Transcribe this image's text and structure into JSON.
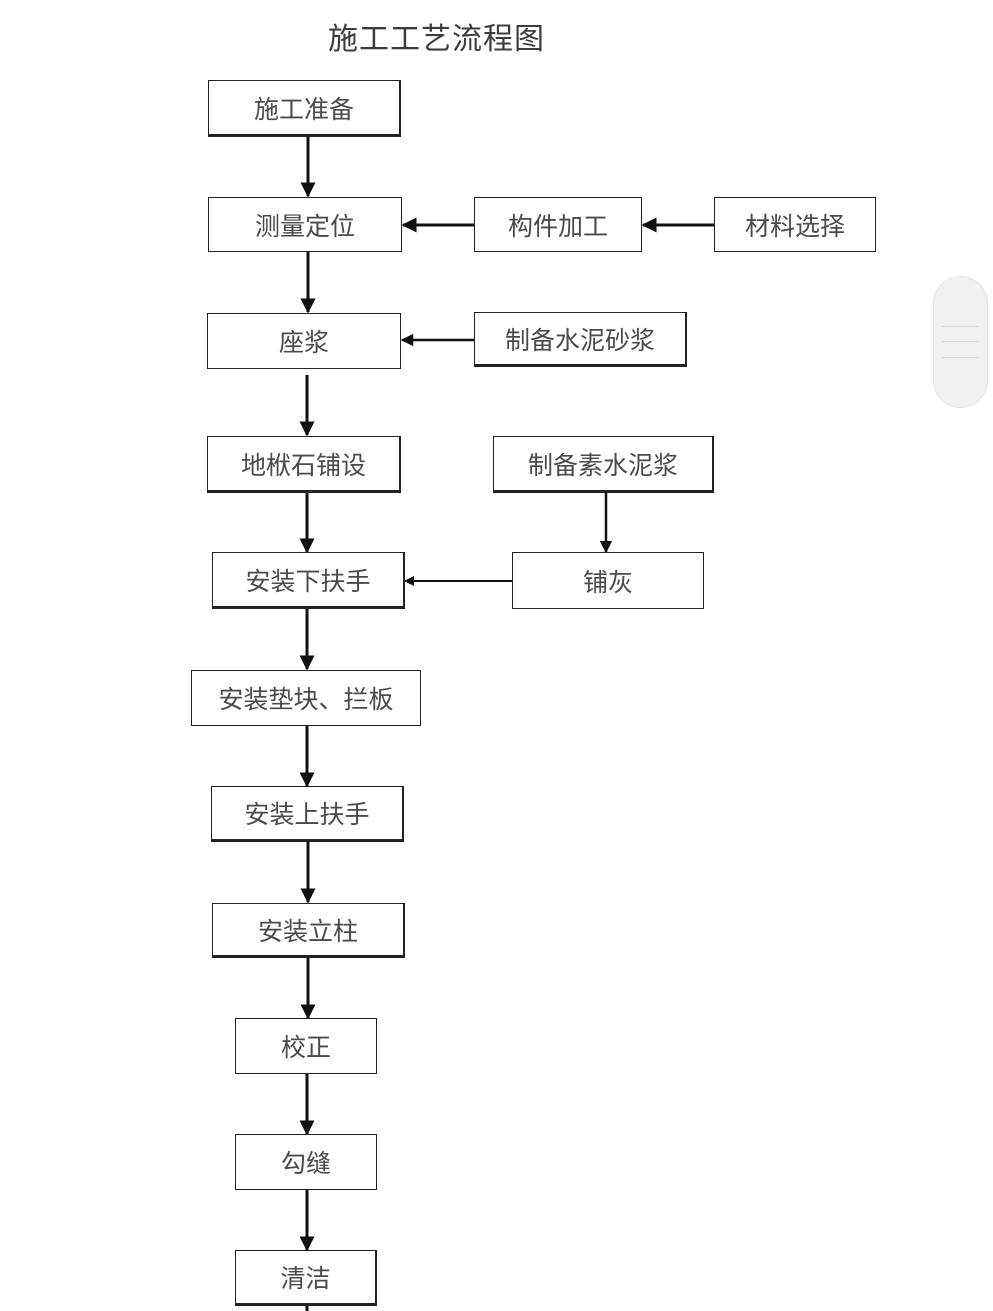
{
  "diagram": {
    "title": "施工工艺流程图",
    "nodes": {
      "prep": "施工准备",
      "survey": "测量定位",
      "component": "构件加工",
      "material": "材料选择",
      "mortar_bed": "座浆",
      "cement_mortar": "制备水泥砂浆",
      "curb_lay": "地栿石铺设",
      "cement_paste": "制备素水泥浆",
      "lower_rail": "安装下扶手",
      "ash_spread": "铺灰",
      "pads_boards": "安装垫块、拦板",
      "upper_rail": "安装上扶手",
      "column": "安装立柱",
      "correct": "校正",
      "pointing": "勾缝",
      "clean": "清洁"
    },
    "edges": [
      {
        "from": "施工准备",
        "to": "测量定位"
      },
      {
        "from": "材料选择",
        "to": "构件加工"
      },
      {
        "from": "构件加工",
        "to": "测量定位"
      },
      {
        "from": "测量定位",
        "to": "座浆"
      },
      {
        "from": "制备水泥砂浆",
        "to": "座浆"
      },
      {
        "from": "座浆",
        "to": "地栿石铺设"
      },
      {
        "from": "地栿石铺设",
        "to": "安装下扶手"
      },
      {
        "from": "制备素水泥浆",
        "to": "铺灰"
      },
      {
        "from": "铺灰",
        "to": "安装下扶手"
      },
      {
        "from": "安装下扶手",
        "to": "安装垫块、拦板"
      },
      {
        "from": "安装垫块、拦板",
        "to": "安装上扶手"
      },
      {
        "from": "安装上扶手",
        "to": "安装立柱"
      },
      {
        "from": "安装立柱",
        "to": "校正"
      },
      {
        "from": "校正",
        "to": "勾缝"
      },
      {
        "from": "勾缝",
        "to": "清洁"
      }
    ]
  },
  "scroll_handle": {
    "icon": "scroll-handle-icon"
  }
}
